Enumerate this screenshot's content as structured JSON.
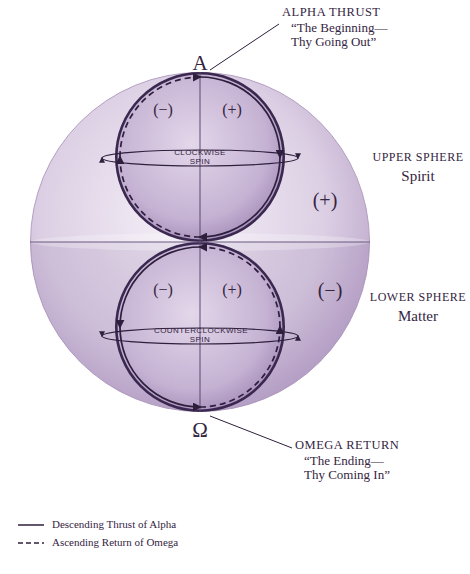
{
  "diagram": {
    "nodes": [
      {
        "text": [
          "(+)",
          "(−)"
        ]
      },
      {
        "text": [
          "(−)",
          "(+)",
          "CLOCKWISE SPIN"
        ],
        "in": 0
      },
      {
        "text": [
          "(−)",
          "(+)",
          "COUNTERCLOCKWISE SPIN"
        ],
        "in": 0
      }
    ],
    "labels": [
      "A",
      "ALPHA THRUST",
      "“The Beginning— Thy Going Out”",
      "UPPER SPHERE",
      "Spirit",
      "LOWER SPHERE",
      "Matter",
      "Ω",
      "OMEGA RETURN",
      "“The Ending— Thy Coming In”"
    ],
    "legend": [
      {
        "text": "Descending Thrust of Alpha"
      },
      {
        "text": "Ascending Return of Omega"
      }
    ]
  }
}
